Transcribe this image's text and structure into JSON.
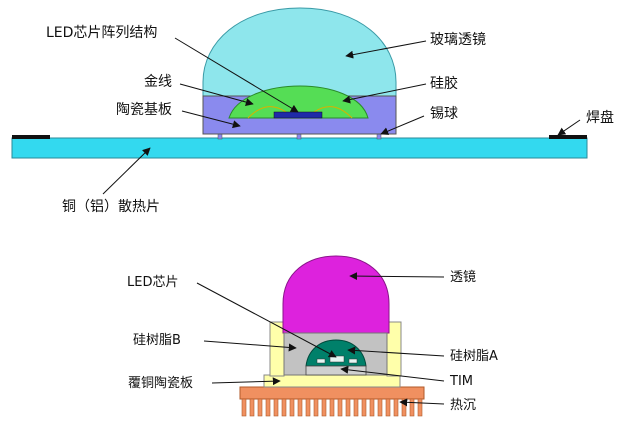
{
  "top_diagram": {
    "labels": {
      "led_chip_array": "LED芯片阵列结构",
      "glass_lens": "玻璃透镜",
      "gold_wire": "金线",
      "silicone": "硅胶",
      "ceramic_substrate": "陶瓷基板",
      "solder_ball": "锡球",
      "solder_pad": "焊盘",
      "heat_sink": "铜（铝）散热片"
    },
    "colors": {
      "lens": "#8ee6ec",
      "silicone": "#55dd55",
      "substrate": "#8a8aee",
      "chip": "#1f2aa8",
      "heat_sink": "#33d9ef",
      "pad": "#111111"
    }
  },
  "bottom_diagram": {
    "labels": {
      "led_chip": "LED芯片",
      "lens": "透镜",
      "silicone_resin_b": "硅树脂B",
      "silicone_resin_a": "硅树脂A",
      "copper_ceramic_board": "覆铜陶瓷板",
      "tim": "TIM",
      "heat_sink": "热沉"
    },
    "colors": {
      "lens": "#dd22dd",
      "frame": "#ffffaa",
      "resin_b": "#c2c2c2",
      "resin_a": "#00806a",
      "heat_sink": "#f09060"
    }
  }
}
